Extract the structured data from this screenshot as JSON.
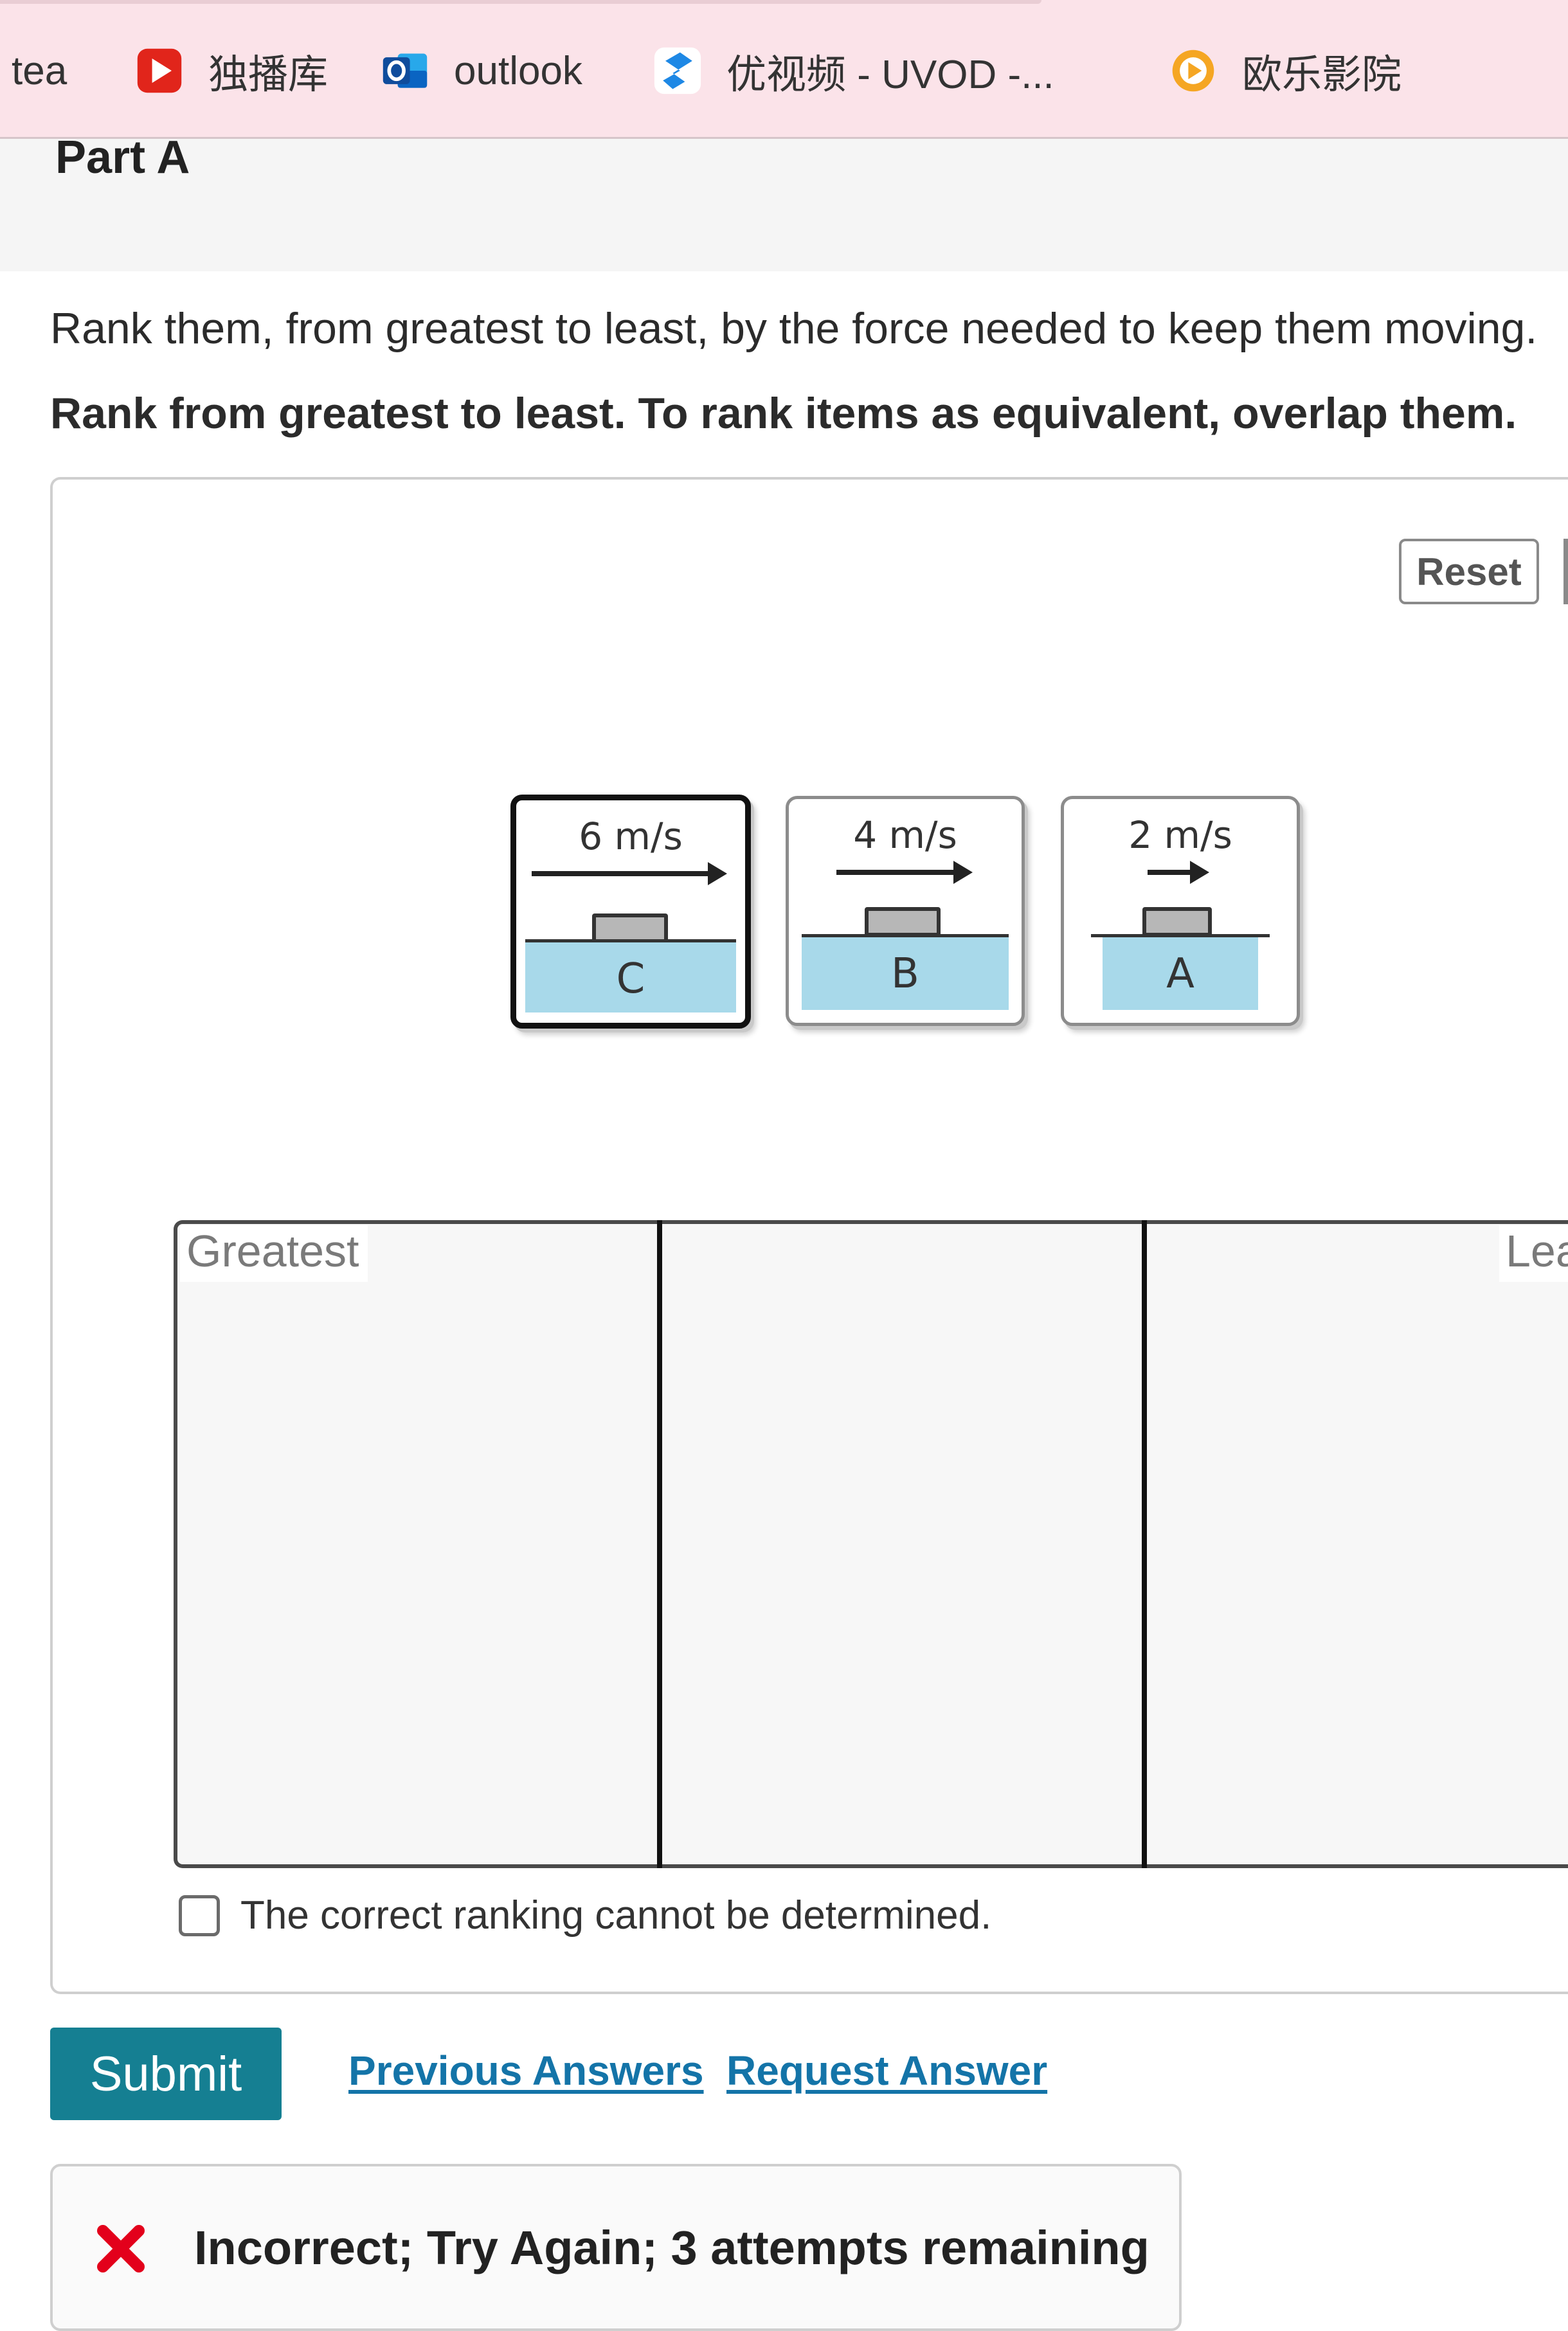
{
  "bookmarks": [
    {
      "label": "tea",
      "icon": "none"
    },
    {
      "label": "独播库",
      "icon": "play-icon",
      "color": "#e1251b"
    },
    {
      "label": "outlook",
      "icon": "outlook-icon",
      "color": "#0a64c2"
    },
    {
      "label": "优视频 - UVOD -...",
      "icon": "uvod-icon",
      "color": "#1e88e5"
    },
    {
      "label": "欧乐影院",
      "icon": "oule-icon",
      "color": "#f5a623"
    }
  ],
  "part": {
    "title": "Part A"
  },
  "question": {
    "prompt": "Rank them, from greatest to least, by the force needed to keep them moving.",
    "instruction": "Rank from greatest to least. To rank items as equivalent, overlap them."
  },
  "ranking": {
    "reset_label": "Reset",
    "items": [
      {
        "letter": "C",
        "speed": "6 m/s",
        "selected": true
      },
      {
        "letter": "B",
        "speed": "4 m/s",
        "selected": false
      },
      {
        "letter": "A",
        "speed": "2 m/s",
        "selected": false
      }
    ],
    "bin_labels": {
      "greatest": "Greatest",
      "least": "Least"
    },
    "cannot_determine": {
      "label": "The correct ranking cannot be determined.",
      "checked": false
    }
  },
  "actions": {
    "submit_label": "Submit",
    "previous_answers": "Previous Answers",
    "request_answer": "Request Answer"
  },
  "feedback": {
    "status_icon": "x-icon",
    "message": "Incorrect; Try Again; 3 attempts remaining",
    "color": "#e3001b"
  },
  "colors": {
    "accent": "#157f92",
    "link": "#1474a8",
    "bookmark_bar": "#fbe3e9",
    "surface": "#a8d9ea"
  }
}
